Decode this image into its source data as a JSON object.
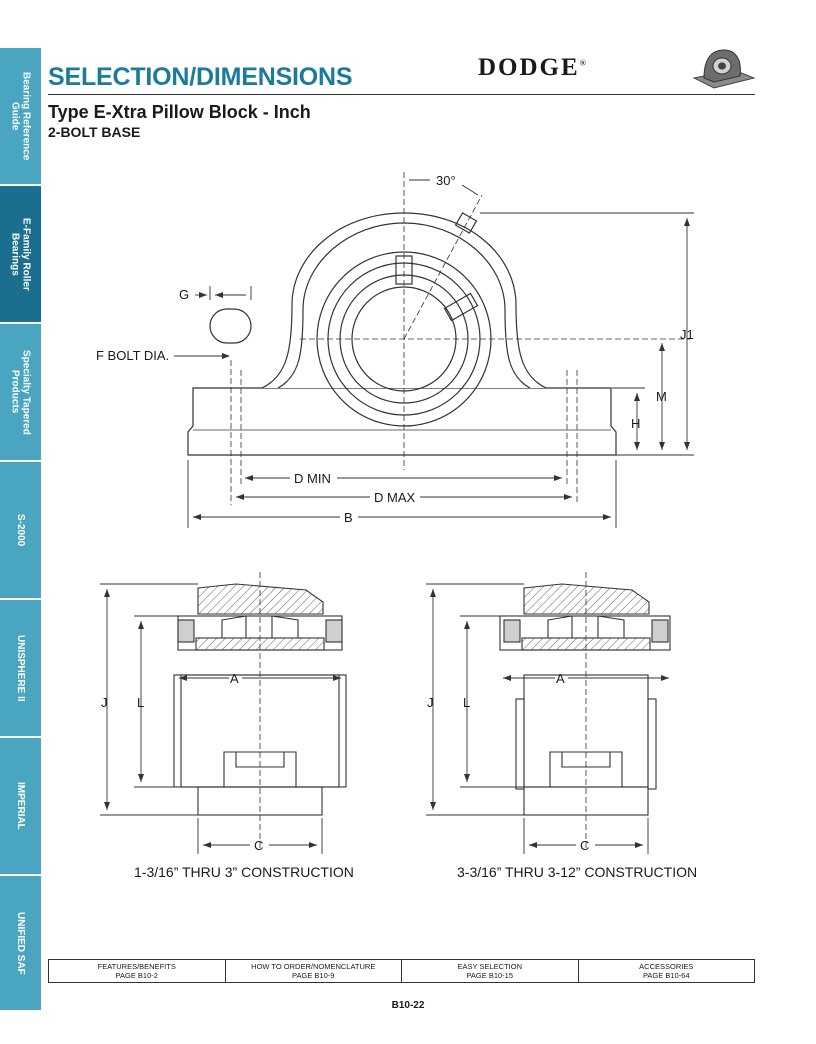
{
  "header": {
    "title": "SELECTION/DIMENSIONS",
    "subtitle": "Type E-Xtra Pillow Block - Inch",
    "subsubtitle": "2-BOLT BASE",
    "logo_text": "DODGE",
    "logo_mark": "®"
  },
  "side_tabs": [
    {
      "label": "Bearing Reference\nGuide",
      "active": false
    },
    {
      "label": "E-Family Roller\nBearings",
      "active": true
    },
    {
      "label": "Specialty Tapered\nProducts",
      "active": false
    },
    {
      "label": "S-2000",
      "active": false
    },
    {
      "label": "UNISPHERE II",
      "active": false
    },
    {
      "label": "IMPERIAL",
      "active": false
    },
    {
      "label": "UNIFIED SAF",
      "active": false
    }
  ],
  "front_view": {
    "angle": "30°",
    "labels": {
      "g": "G",
      "f_bolt": "F BOLT DIA.",
      "j1": "J1",
      "m": "M",
      "h": "H",
      "d_min": "D MIN",
      "d_max": "D MAX",
      "b": "B"
    }
  },
  "section_views": [
    {
      "caption": "1-3/16” THRU 3” CONSTRUCTION",
      "labels": {
        "a": "A",
        "j": "J",
        "l": "L",
        "c": "C"
      }
    },
    {
      "caption": "3-3/16” THRU 3-12” CONSTRUCTION",
      "labels": {
        "a": "A",
        "j": "J",
        "l": "L",
        "c": "C"
      }
    }
  ],
  "footer": {
    "links": [
      {
        "title": "FEATURES/BENEFITS",
        "page": "PAGE B10-2"
      },
      {
        "title": "HOW TO ORDER/NOMENCLATURE",
        "page": "PAGE B10-9"
      },
      {
        "title": "EASY SELECTION",
        "page": "PAGE B10-15"
      },
      {
        "title": "ACCESSORIES",
        "page": "PAGE B10-64"
      }
    ],
    "page_number": "B10-22"
  },
  "colors": {
    "title_blue": "#1c7a9c",
    "tab_light": "#4aa5c0",
    "tab_dark": "#1b6f8e"
  }
}
